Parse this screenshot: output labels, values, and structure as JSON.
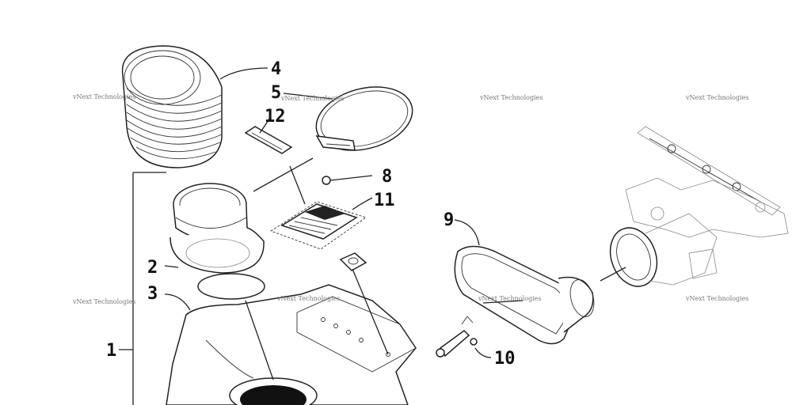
{
  "callouts": {
    "c1": "1",
    "c2": "2",
    "c3": "3",
    "c4": "4",
    "c5": "5",
    "c8": "8",
    "c9": "9",
    "c10": "10",
    "c11": "11",
    "c12": "12"
  },
  "watermark": "vNext Technologies",
  "colors": {
    "line": "#222222",
    "background": "#ffffff",
    "watermark": "#777777"
  }
}
